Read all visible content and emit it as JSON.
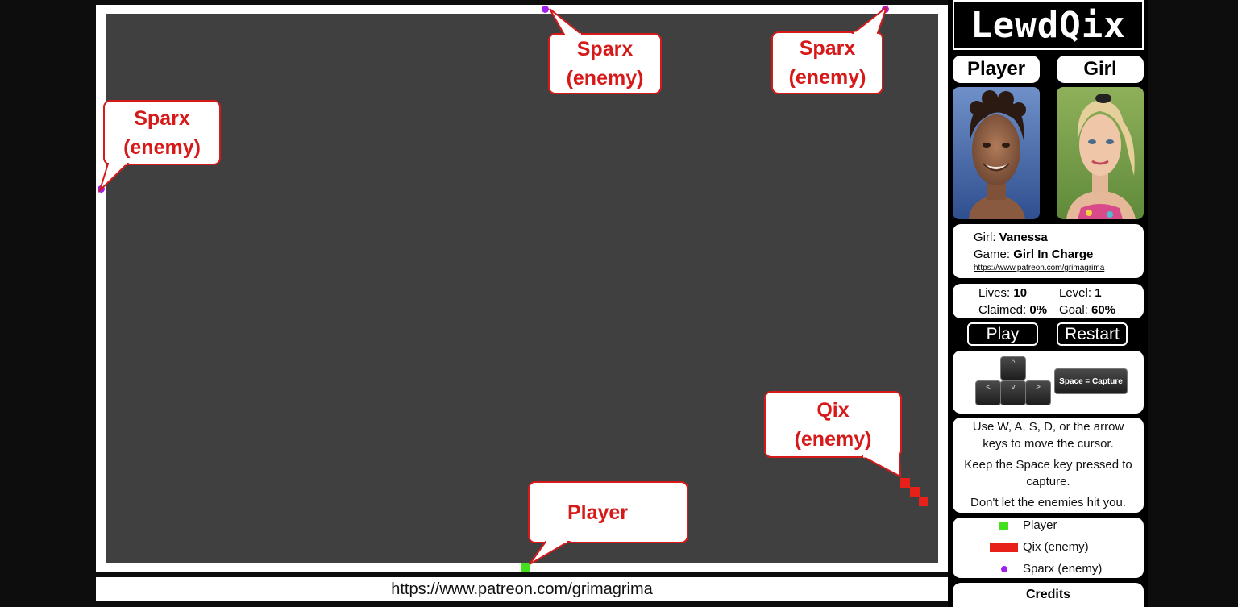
{
  "board": {
    "callouts": {
      "sparx_left": [
        "Sparx",
        "(enemy)"
      ],
      "sparx_top": [
        "Sparx",
        "(enemy)"
      ],
      "sparx_right": [
        "Sparx",
        "(enemy)"
      ],
      "qix": [
        "Qix",
        "(enemy)"
      ],
      "player": [
        "Player"
      ]
    },
    "url": "https://www.patreon.com/grimagrima"
  },
  "sidebar": {
    "logo": "LewdQix",
    "player_header": "Player",
    "girl_header": "Girl",
    "info": {
      "girl_label": "Girl:",
      "girl_value": "Vanessa",
      "game_label": "Game:",
      "game_value": "Girl In Charge",
      "link": "https://www.patreon.com/grimagrima"
    },
    "stats": {
      "lives_label": "Lives:",
      "lives_value": "10",
      "level_label": "Level:",
      "level_value": "1",
      "claimed_label": "Claimed:",
      "claimed_value": "0%",
      "goal_label": "Goal:",
      "goal_value": "60%"
    },
    "buttons": {
      "play": "Play",
      "restart": "Restart"
    },
    "keys": {
      "up": "^",
      "left": "<",
      "down": "v",
      "right": ">",
      "space": "Space = Capture"
    },
    "instructions": [
      "Use W, A, S, D, or the arrow keys to move the cursor.",
      "Keep the Space key pressed to capture.",
      "Don't let the enemies hit you."
    ],
    "legend": {
      "player": "Player",
      "qix": "Qix (enemy)",
      "sparx": "Sparx (enemy)"
    },
    "credits": "Credits",
    "colors": {
      "player": "#44e01e",
      "qix": "#e8201a",
      "sparx": "#a020f0",
      "callout": "#d61a1a",
      "board": "#404040"
    }
  }
}
